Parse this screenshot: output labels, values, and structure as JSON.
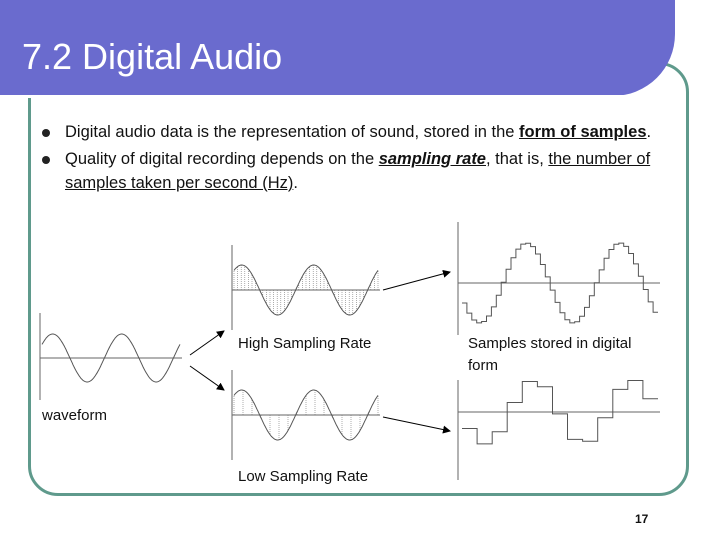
{
  "slide": {
    "title": "7.2 Digital Audio",
    "page_number": "17",
    "accent_color": "#6a6bce",
    "frame_color": "#5f9a8c"
  },
  "bullets": [
    {
      "before": "Digital audio data is the representation of sound, stored in the ",
      "term": "form of samples",
      "after": "."
    },
    {
      "before": "Quality of digital recording depends on the ",
      "term": "sampling rate",
      "after": ", that is, ",
      "underlined": "the number of samples taken per second (Hz)",
      "end": "."
    }
  ],
  "figure": {
    "waveform_label": "waveform",
    "high_rate_label": "High Sampling Rate",
    "low_rate_label": "Low Sampling Rate",
    "stored_label_line1": "Samples stored in digital",
    "stored_label_line2": "form"
  }
}
